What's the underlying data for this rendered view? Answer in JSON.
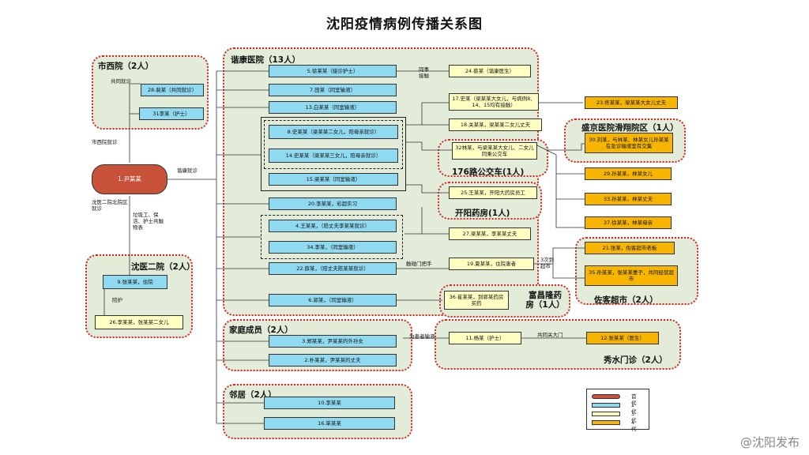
{
  "title": "沈阳疫情病例传播关系图",
  "colors": {
    "gen1": "#c8513a",
    "gen2": "#8fd9f1",
    "gen3": "#ffffc2",
    "gen4": "#f7b500",
    "group_bg": "#e2ecd9",
    "group_border": "#d02828"
  },
  "groups": {
    "shixiyuan": "市西院（2人）",
    "xiekang": "谐康医院（13人）",
    "shenyi2": "沈医二院（2人）",
    "family": "家庭成员（2人）",
    "neighbor": "邻居（2人）",
    "bus176": "176路公交车(1人)",
    "kaiyang": "开阳药房(1人)",
    "shengjing": "盛京医院滑翔院区（1人）",
    "youke": "佐客超市（2人）",
    "fuchanglong": "富昌隆药房（1人）",
    "xiushui": "秀水门诊（2人）"
  },
  "nodes": {
    "n1": "1.尹某某",
    "n28": "28.裴某（共同就诊）",
    "n31": "31李某（护士）",
    "n9": "9.张某某，住院",
    "n26": "26.李某某，张某某二女儿",
    "n5": "5.徐某某（接诊护士）",
    "n24": "24.蔡某（谐康医生）",
    "n7": "7.田某（同室输液）",
    "n13": "13.白某某（同室输液）",
    "n8": "8.史某某（梁某某二女儿，陪母亲就诊）",
    "n14": "14.史某某（梁某某三女儿，陪母亲就诊）",
    "n15": "15.梁某某（同室输液）",
    "n20": "20.李某某，彩超实习",
    "n4": "4.王某某，（陪丈夫李某某就诊）",
    "n34": "34.李某，（同室输液）",
    "n22": "22.薛某，（陪丈夫陈某某就诊）",
    "n6": "6.郭某，（同室输液）",
    "n17": "17.史某（梁某某大女儿，与病例8、14、15均有接触）",
    "n18": "18.关某某，梁某某二女儿丈夫",
    "n32": "32林某，与梁某某大女儿、二女儿同乘公交车",
    "n25": "25.王某某，开阳大药房员工",
    "n27": "27.梁某某，李某某丈夫",
    "n19": "19.夏某某，住院患者",
    "n36": "36.崔某某，到郭某药房买药",
    "n23": "23.佟某某，梁某某大女儿丈夫",
    "n30": "30.刘某，与林某、林某女儿孙某某在急诊输液室有交集",
    "n29": "29.孙某某，林某女儿",
    "n33": "33.孙某某，林某丈夫",
    "n37": "37.徐某某，林某母亲",
    "n21": "21.张某，佐客超市老板",
    "n35": "35.孙某某，张某某妻子，共同经营超市",
    "n3": "3.郑某某，尹某某的外孙女",
    "n2": "2.朴某某，尹某某的丈夫",
    "n11": "11.杨某（护士）",
    "n12": "12.张某某（医生）",
    "n10": "10.李某某",
    "n16": "16.単某某"
  },
  "edge_labels": {
    "shared_visit": "共同就诊",
    "shixi_visit": "市西院就诊",
    "xiekang_visit": "谐康就诊",
    "shenyi_north": "沈医二院北院区就诊",
    "cleaning": "垃圾工、保洁、护士共触物表",
    "care": "陪护",
    "same_visit": "同事接触",
    "touch_door": "触碰门把手",
    "three_times": "3次到超市",
    "patient_fam": "为患者输液",
    "shared_door": "共同关大门"
  },
  "legend": [
    {
      "label": "首代",
      "color": "#c8513a"
    },
    {
      "label": "2代",
      "color": "#8fd9f1"
    },
    {
      "label": "3代",
      "color": "#ffffc2"
    },
    {
      "label": "4代",
      "color": "#f7b500"
    }
  ],
  "watermark": "@沈阳发布"
}
